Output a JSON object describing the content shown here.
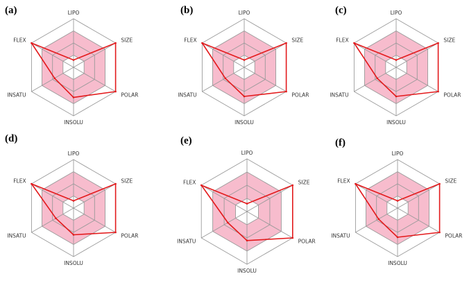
{
  "chart_data": [
    {
      "panel_label": "(a)",
      "type": "radar",
      "axes": [
        "LIPO",
        "SIZE",
        "POLAR",
        "INSOLU",
        "INSATU",
        "FLEX"
      ],
      "optimal_range": {
        "lower": [
          0.25,
          0.25,
          0.25,
          0.25,
          0.25,
          0.25
        ],
        "upper": [
          0.75,
          0.75,
          0.75,
          0.75,
          0.75,
          0.75
        ]
      },
      "values": [
        0.15,
        1.0,
        1.0,
        0.62,
        0.45,
        1.0
      ],
      "colors": {
        "line": "#e31a1c",
        "range_fill": "#f4a6bc",
        "grid": "#9a9a9a"
      }
    },
    {
      "panel_label": "(b)",
      "type": "radar",
      "axes": [
        "LIPO",
        "SIZE",
        "POLAR",
        "INSOLU",
        "INSATU",
        "FLEX"
      ],
      "optimal_range": {
        "lower": [
          0.25,
          0.25,
          0.25,
          0.25,
          0.25,
          0.25
        ],
        "upper": [
          0.75,
          0.75,
          0.75,
          0.75,
          0.75,
          0.75
        ]
      },
      "values": [
        0.15,
        1.0,
        1.0,
        0.6,
        0.45,
        1.0
      ],
      "colors": {
        "line": "#e31a1c",
        "range_fill": "#f4a6bc",
        "grid": "#9a9a9a"
      }
    },
    {
      "panel_label": "(c)",
      "type": "radar",
      "axes": [
        "LIPO",
        "SIZE",
        "POLAR",
        "INSOLU",
        "INSATU",
        "FLEX"
      ],
      "optimal_range": {
        "lower": [
          0.25,
          0.25,
          0.25,
          0.25,
          0.25,
          0.25
        ],
        "upper": [
          0.75,
          0.75,
          0.75,
          0.75,
          0.75,
          0.75
        ]
      },
      "values": [
        0.15,
        1.0,
        1.0,
        0.6,
        0.45,
        1.0
      ],
      "colors": {
        "line": "#e31a1c",
        "range_fill": "#f4a6bc",
        "grid": "#9a9a9a"
      }
    },
    {
      "panel_label": "(d)",
      "type": "radar",
      "axes": [
        "LIPO",
        "SIZE",
        "POLAR",
        "INSOLU",
        "INSATU",
        "FLEX"
      ],
      "optimal_range": {
        "lower": [
          0.25,
          0.25,
          0.25,
          0.25,
          0.25,
          0.25
        ],
        "upper": [
          0.75,
          0.75,
          0.75,
          0.75,
          0.75,
          0.75
        ]
      },
      "values": [
        0.15,
        1.0,
        1.0,
        0.55,
        0.42,
        1.0
      ],
      "colors": {
        "line": "#e31a1c",
        "range_fill": "#f4a6bc",
        "grid": "#9a9a9a"
      }
    },
    {
      "panel_label": "(e)",
      "type": "radar",
      "axes": [
        "LIPO",
        "SIZE",
        "POLAR",
        "INSOLU",
        "INSATU",
        "FLEX"
      ],
      "optimal_range": {
        "lower": [
          0.25,
          0.25,
          0.25,
          0.25,
          0.25,
          0.25
        ],
        "upper": [
          0.75,
          0.75,
          0.75,
          0.75,
          0.75,
          0.75
        ]
      },
      "values": [
        0.15,
        1.0,
        1.0,
        0.55,
        0.42,
        1.0
      ],
      "colors": {
        "line": "#e31a1c",
        "range_fill": "#f4a6bc",
        "grid": "#9a9a9a"
      }
    },
    {
      "panel_label": "(f)",
      "type": "radar",
      "axes": [
        "LIPO",
        "SIZE",
        "POLAR",
        "INSOLU",
        "INSATU",
        "FLEX"
      ],
      "optimal_range": {
        "lower": [
          0.25,
          0.25,
          0.25,
          0.25,
          0.25,
          0.25
        ],
        "upper": [
          0.75,
          0.75,
          0.75,
          0.75,
          0.75,
          0.75
        ]
      },
      "values": [
        0.15,
        1.0,
        1.0,
        0.6,
        0.45,
        1.0
      ],
      "colors": {
        "line": "#e31a1c",
        "range_fill": "#f4a6bc",
        "grid": "#9a9a9a"
      }
    }
  ]
}
